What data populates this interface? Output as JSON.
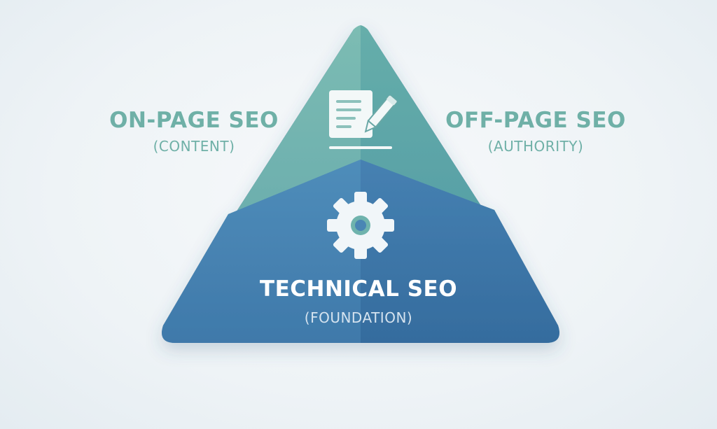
{
  "diagram": {
    "left_section": {
      "title": "ON-PAGE SEO",
      "subtitle": "(CONTENT)",
      "icon": "document-edit-icon"
    },
    "right_section": {
      "title": "OFF-PAGE SEO",
      "subtitle": "(AUTHORITY)"
    },
    "base_section": {
      "title": "TECHNICAL SEO",
      "subtitle": "(FOUNDATION)",
      "icon": "gear-icon"
    },
    "colors": {
      "top_left": "#6fb3ad",
      "top_right": "#5aa5a4",
      "base_left": "#4a86b4",
      "base_right": "#3f76a7",
      "label_teal": "#6fb0a7"
    }
  }
}
